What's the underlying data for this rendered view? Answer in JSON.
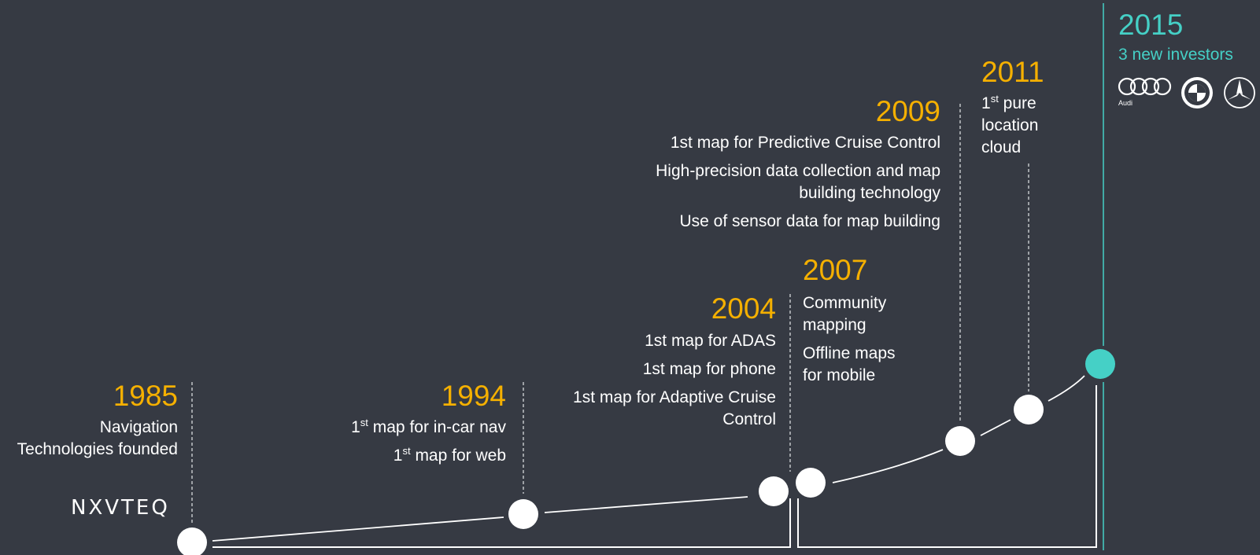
{
  "milestones": [
    {
      "year": "1985",
      "lines": [
        "Navigation",
        "Technologies founded"
      ]
    },
    {
      "year": "1994",
      "lines": [
        "1",
        "st",
        " map for in-car nav",
        "1",
        "st",
        " map for web"
      ]
    },
    {
      "year": "2004",
      "lines": [
        "1st map for ADAS",
        "1st map for phone",
        "1st map for Adaptive Cruise",
        "Control"
      ]
    },
    {
      "year": "2007",
      "lines": [
        "Community",
        "mapping",
        "Offline maps",
        "for mobile"
      ]
    },
    {
      "year": "2009",
      "lines": [
        "1st map for Predictive Cruise Control",
        "High-precision data collection and map",
        "building technology",
        "Use of sensor data for map building"
      ]
    },
    {
      "year": "2011",
      "lines": [
        "1",
        "st",
        " pure",
        "location",
        "cloud"
      ]
    },
    {
      "year": "2015",
      "lines": [
        "3 new investors"
      ]
    }
  ],
  "logos": {
    "navteq": "NXVTEQ",
    "audi": "Audi",
    "investor_icons": [
      "audi-rings-icon",
      "bmw-roundel-icon",
      "mercedes-star-icon"
    ]
  },
  "colors": {
    "background": "#363a43",
    "year": "#f5b000",
    "accent": "#45d0c6",
    "text": "#ffffff"
  }
}
